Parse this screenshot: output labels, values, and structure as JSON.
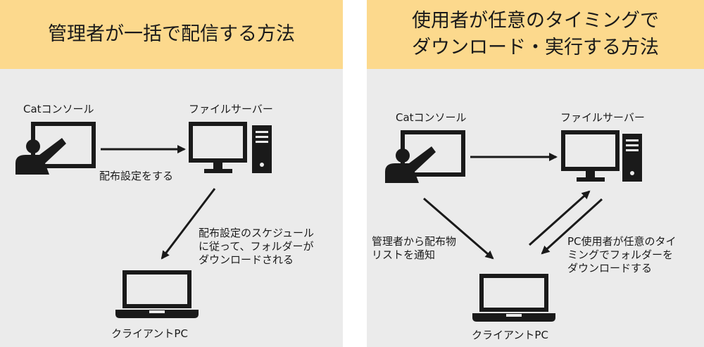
{
  "left": {
    "title": "管理者が一括で配信する方法",
    "console_label": "Catコンソール",
    "server_label": "ファイルサーバー",
    "client_label": "クライアントPC",
    "config_label": "配布設定をする",
    "schedule_lines": [
      "配布設定のスケジュール",
      "に従って、フォルダーが",
      "ダウンロードされる"
    ]
  },
  "right": {
    "title_lines": [
      "使用者が任意のタイミングで",
      "ダウンロード・実行する方法"
    ],
    "console_label": "Catコンソール",
    "server_label": "ファイルサーバー",
    "client_label": "クライアントPC",
    "notify_lines": [
      "管理者から配布物",
      "リストを通知"
    ],
    "user_lines": [
      "PC使用者が任意のタイ",
      "ミングでフォルダーを",
      "ダウンロードする"
    ]
  },
  "colors": {
    "header": "#fcd98d",
    "panel": "#ebebeb",
    "ink": "#1a1a1a"
  },
  "icons": [
    "presenter-board-icon",
    "desktop-monitor-icon",
    "tower-server-icon",
    "laptop-icon"
  ]
}
